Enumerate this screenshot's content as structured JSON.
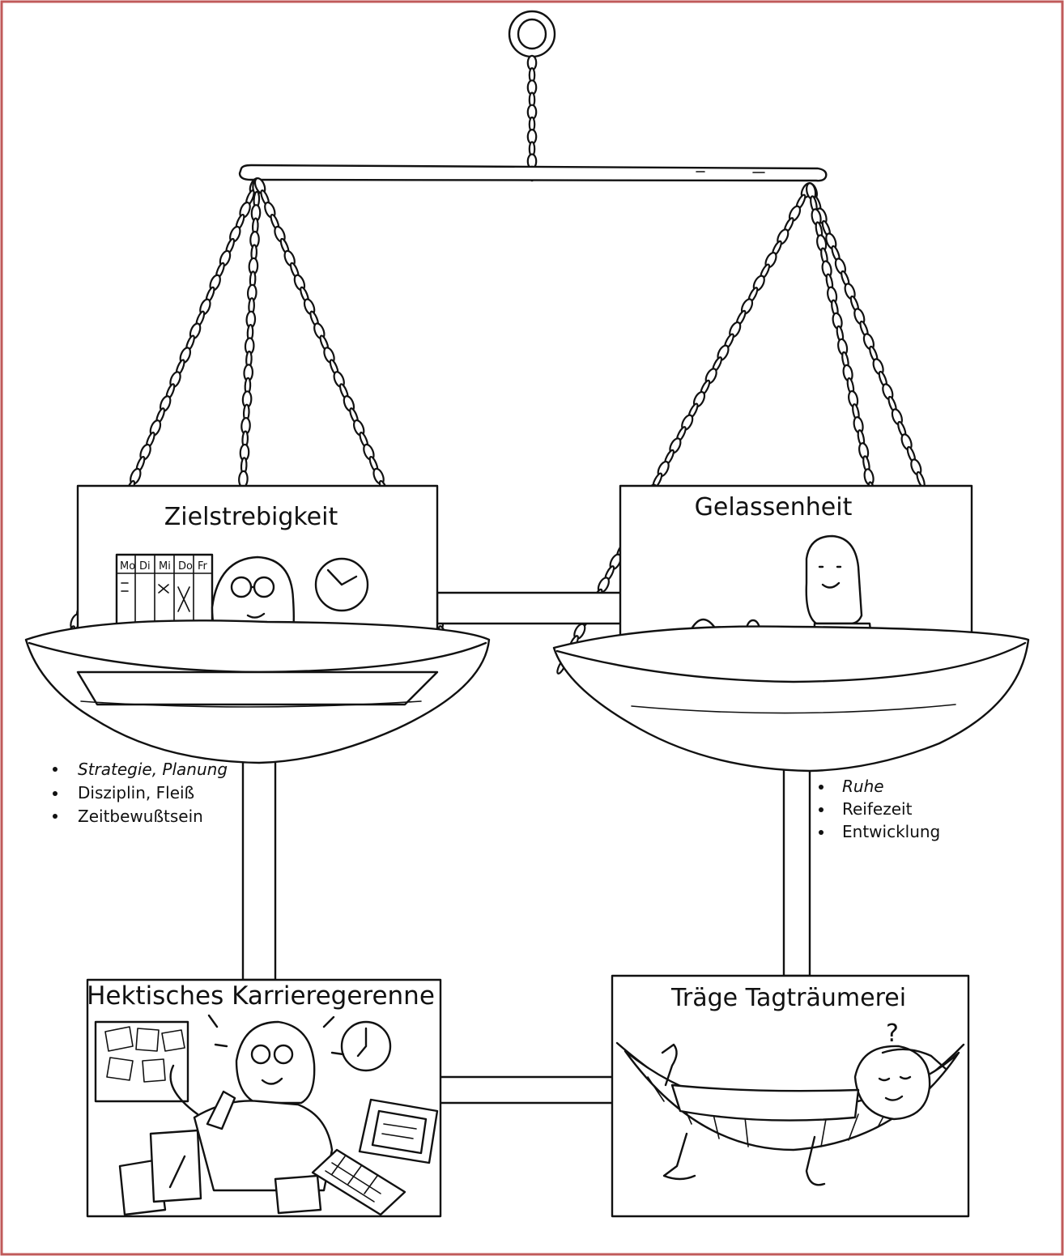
{
  "colors": {
    "frame": "#c05a5a",
    "ink": "#111111",
    "paper": "#ffffff"
  },
  "scale": {
    "left_pan": {
      "title": "Zielstrebigkeit",
      "bullets": [
        "Strategie, Planung",
        "Disziplin, Fleiß",
        "Zeitbewußtsein"
      ],
      "calendar_days": [
        "Mo",
        "Di",
        "Mi",
        "Do",
        "Fr"
      ]
    },
    "right_pan": {
      "title": "Gelassenheit",
      "bullets": [
        "Ruhe",
        "Reifezeit",
        "Entwicklung"
      ]
    },
    "bottom_left": {
      "title": "Hektisches Karrieregerenne"
    },
    "bottom_right": {
      "title": "Träge Tagträumerei",
      "thought_mark": "?"
    }
  },
  "icons": [
    "hanging-ring-icon",
    "chain-icon",
    "clock-icon",
    "watering-can-icon",
    "plant-icon",
    "hammock-icon",
    "computer-monitor-icon",
    "keyboard-icon",
    "pen-cup-icon"
  ]
}
